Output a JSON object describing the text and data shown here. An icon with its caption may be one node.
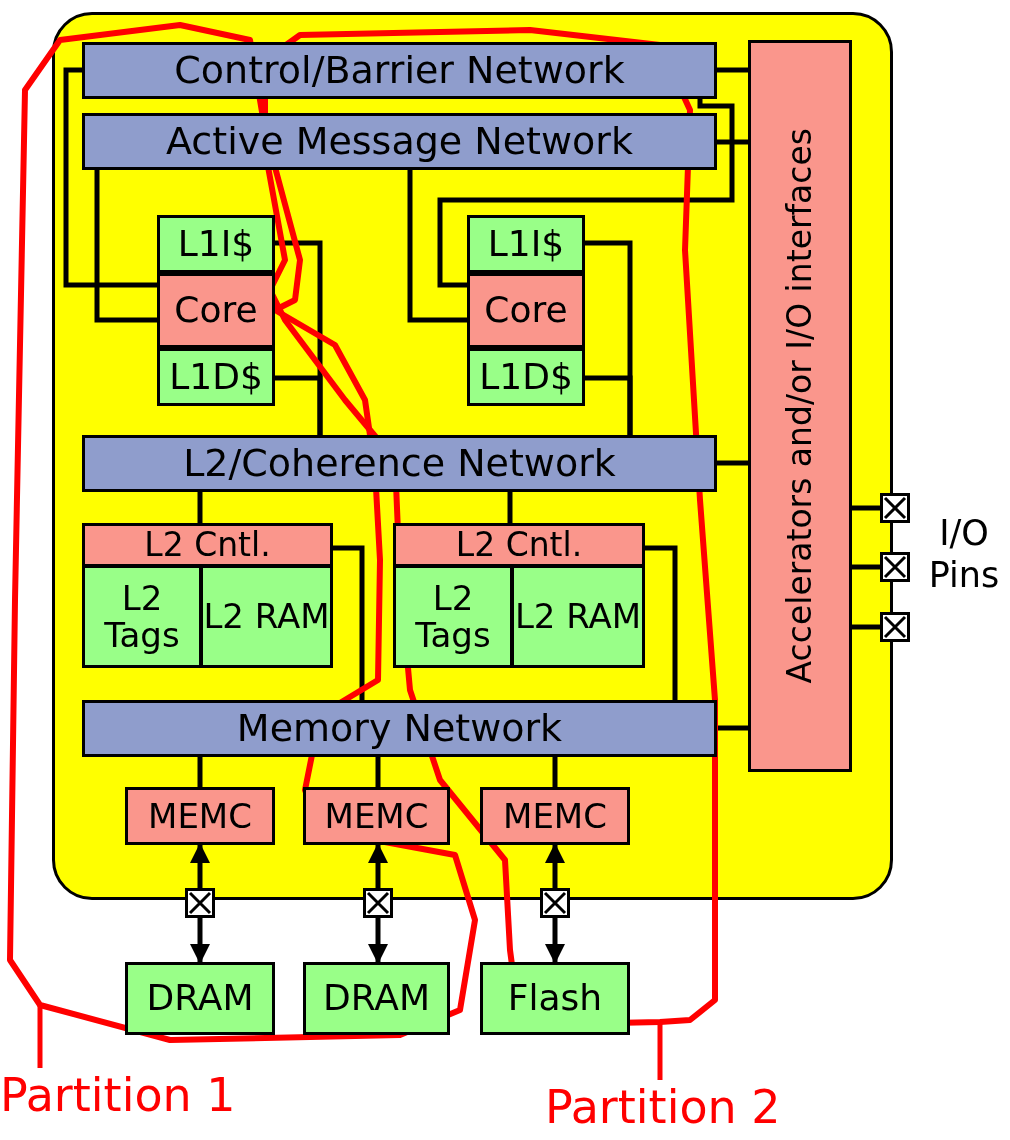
{
  "diagram": {
    "nodes": [
      {
        "text": [],
        "shape": "box"
      },
      {
        "text": [
          "Control/Barrier Network"
        ],
        "in": 0
      },
      {
        "text": [
          "Active Message Network"
        ],
        "in": 0
      },
      {
        "text": [
          "Accelerators and/or I/O interfaces"
        ],
        "in": 0
      },
      {
        "text": [
          "L1I$"
        ],
        "in": 0
      },
      {
        "text": [
          "Core"
        ],
        "in": 0
      },
      {
        "text": [
          "L1D$"
        ],
        "in": 0
      },
      {
        "text": [
          "L1I$"
        ],
        "in": 0
      },
      {
        "text": [
          "Core"
        ],
        "in": 0
      },
      {
        "text": [
          "L1D$"
        ],
        "in": 0
      },
      {
        "text": [
          "L2/Coherence Network"
        ],
        "in": 0
      },
      {
        "text": [
          "L2 Cntl."
        ],
        "in": 0
      },
      {
        "text": [
          "L2 Tags"
        ],
        "in": 0
      },
      {
        "text": [
          "L2 RAM"
        ],
        "in": 0
      },
      {
        "text": [
          "L2 Cntl."
        ],
        "in": 0
      },
      {
        "text": [
          "L2 Tags"
        ],
        "in": 0
      },
      {
        "text": [
          "L2 RAM"
        ],
        "in": 0
      },
      {
        "text": [
          "Memory Network"
        ],
        "in": 0
      },
      {
        "text": [
          "MEMC"
        ],
        "in": 0
      },
      {
        "text": [
          "MEMC"
        ],
        "in": 0
      },
      {
        "text": [
          "MEMC"
        ],
        "in": 0
      },
      {
        "text": [],
        "shape": "box"
      },
      {
        "text": [],
        "shape": "box"
      },
      {
        "text": [],
        "shape": "box"
      },
      {
        "text": [],
        "shape": "box"
      },
      {
        "text": [],
        "shape": "box"
      },
      {
        "text": [],
        "shape": "box"
      },
      {
        "text": [
          "DRAM"
        ]
      },
      {
        "text": [
          "DRAM"
        ]
      },
      {
        "text": [
          "Flash"
        ]
      },
      {
        "text": [
          "Partition 1"
        ]
      },
      {
        "text": [
          "Partition 2"
        ]
      }
    ],
    "edges": [
      {
        "from": 1,
        "to": 3,
        "arrow": "none"
      },
      {
        "from": 2,
        "to": 3,
        "arrow": "none"
      },
      {
        "from": 10,
        "to": 3,
        "arrow": "none"
      },
      {
        "from": 17,
        "to": 3,
        "arrow": "none"
      },
      {
        "from": 1,
        "to": 5,
        "arrow": "none"
      },
      {
        "from": 2,
        "to": 5,
        "arrow": "none"
      },
      {
        "from": 1,
        "to": 8,
        "arrow": "none"
      },
      {
        "from": 2,
        "to": 8,
        "arrow": "none"
      },
      {
        "from": 4,
        "to": 10,
        "arrow": "none"
      },
      {
        "from": 6,
        "to": 10,
        "arrow": "none"
      },
      {
        "from": 7,
        "to": 10,
        "arrow": "none"
      },
      {
        "from": 9,
        "to": 10,
        "arrow": "none"
      },
      {
        "from": 10,
        "to": 11,
        "arrow": "none"
      },
      {
        "from": 10,
        "to": 14,
        "arrow": "none"
      },
      {
        "from": 11,
        "to": 17,
        "arrow": "none"
      },
      {
        "from": 14,
        "to": 17,
        "arrow": "none"
      },
      {
        "from": 17,
        "to": 18,
        "arrow": "none"
      },
      {
        "from": 17,
        "to": 19,
        "arrow": "none"
      },
      {
        "from": 17,
        "to": 20,
        "arrow": "none"
      },
      {
        "from": 24,
        "to": 18,
        "arrow": "to"
      },
      {
        "from": 24,
        "to": 27,
        "arrow": "to"
      },
      {
        "from": 25,
        "to": 19,
        "arrow": "to"
      },
      {
        "from": 25,
        "to": 28,
        "arrow": "to"
      },
      {
        "from": 26,
        "to": 20,
        "arrow": "to"
      },
      {
        "from": 26,
        "to": 29,
        "arrow": "to"
      },
      {
        "from": 3,
        "to": 21,
        "arrow": "none"
      },
      {
        "from": 3,
        "to": 22,
        "arrow": "none"
      },
      {
        "from": 3,
        "to": 23,
        "arrow": "none"
      },
      {
        "from": 30,
        "to": null,
        "arrow": "none",
        "color": "#ff0000"
      },
      {
        "from": 31,
        "to": null,
        "arrow": "none",
        "color": "#ff0000"
      }
    ],
    "labels": [
      "I/O Pins"
    ]
  }
}
